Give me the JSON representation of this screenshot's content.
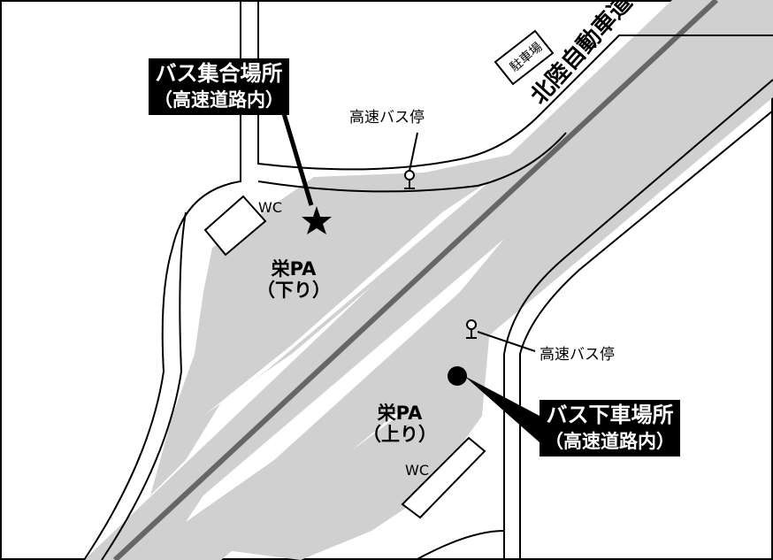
{
  "map": {
    "highway_name": "北陸自動車道",
    "parking_label": "駐車場",
    "meeting_point": {
      "line1": "バス集合場所",
      "line2": "（高速道路内）",
      "marker": "star-icon"
    },
    "dropoff_point": {
      "line1": "バス下車場所",
      "line2": "（高速道路内）",
      "marker": "circle-icon"
    },
    "pa_down": {
      "name": "栄PA",
      "direction": "（下り）"
    },
    "pa_up": {
      "name": "栄PA",
      "direction": "（上り）"
    },
    "bus_stop_north": "高速バス停",
    "bus_stop_south": "高速バス停",
    "wc_north": "WC",
    "wc_south": "WC",
    "colors": {
      "road_fill": "#ffffff",
      "area_gray": "#cccccc",
      "center_line": "#666666",
      "callout_bg": "#000000"
    }
  }
}
